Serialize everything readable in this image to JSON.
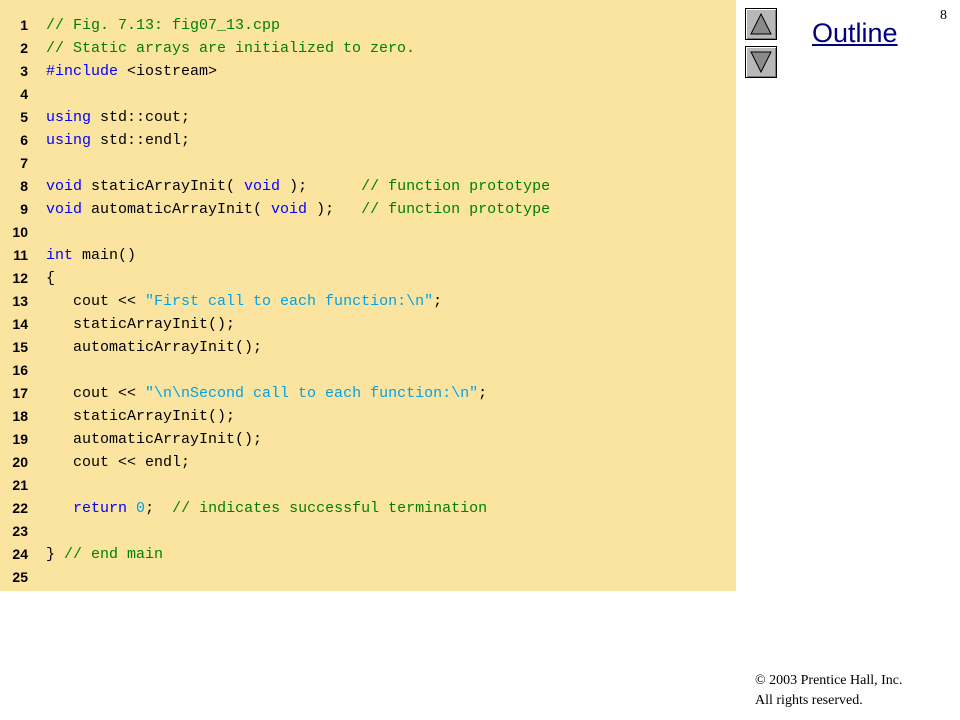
{
  "slide": {
    "page_number": "8",
    "outline_title": "Outline",
    "copyright_line1": "© 2003 Prentice Hall, Inc.",
    "copyright_line2": "All rights reserved.",
    "nav": {
      "up_icon": "triangle-up-icon",
      "down_icon": "triangle-down-icon"
    }
  },
  "colors": {
    "code_background": "#fbe49f",
    "comment": "#008000",
    "keyword": "#0000ff",
    "string": "#00a2e8",
    "outline_title": "#000080"
  },
  "code": {
    "lines": [
      {
        "number": "1",
        "tokens": [
          {
            "t": "comment",
            "v": "// Fig. 7.13: fig07_13.cpp"
          }
        ]
      },
      {
        "number": "2",
        "tokens": [
          {
            "t": "comment",
            "v": "// Static arrays are initialized to zero."
          }
        ]
      },
      {
        "number": "3",
        "tokens": [
          {
            "t": "keyword",
            "v": "#include"
          },
          {
            "t": "plain",
            "v": " <iostream>"
          }
        ]
      },
      {
        "number": "4",
        "tokens": []
      },
      {
        "number": "5",
        "tokens": [
          {
            "t": "keyword",
            "v": "using"
          },
          {
            "t": "plain",
            "v": " std::cout;"
          }
        ]
      },
      {
        "number": "6",
        "tokens": [
          {
            "t": "keyword",
            "v": "using"
          },
          {
            "t": "plain",
            "v": " std::endl;"
          }
        ]
      },
      {
        "number": "7",
        "tokens": []
      },
      {
        "number": "8",
        "tokens": [
          {
            "t": "keyword",
            "v": "void"
          },
          {
            "t": "plain",
            "v": " staticArrayInit( "
          },
          {
            "t": "keyword",
            "v": "void"
          },
          {
            "t": "plain",
            "v": " );      "
          },
          {
            "t": "comment",
            "v": "// function prototype"
          }
        ]
      },
      {
        "number": "9",
        "tokens": [
          {
            "t": "keyword",
            "v": "void"
          },
          {
            "t": "plain",
            "v": " automaticArrayInit( "
          },
          {
            "t": "keyword",
            "v": "void"
          },
          {
            "t": "plain",
            "v": " );   "
          },
          {
            "t": "comment",
            "v": "// function prototype"
          }
        ]
      },
      {
        "number": "10",
        "tokens": []
      },
      {
        "number": "11",
        "tokens": [
          {
            "t": "keyword",
            "v": "int"
          },
          {
            "t": "plain",
            "v": " main()"
          }
        ]
      },
      {
        "number": "12",
        "tokens": [
          {
            "t": "plain",
            "v": "{"
          }
        ]
      },
      {
        "number": "13",
        "tokens": [
          {
            "t": "plain",
            "v": "   cout << "
          },
          {
            "t": "string",
            "v": "\"First call to each function:\\n\""
          },
          {
            "t": "plain",
            "v": ";"
          }
        ]
      },
      {
        "number": "14",
        "tokens": [
          {
            "t": "plain",
            "v": "   staticArrayInit();"
          }
        ]
      },
      {
        "number": "15",
        "tokens": [
          {
            "t": "plain",
            "v": "   automaticArrayInit();"
          }
        ]
      },
      {
        "number": "16",
        "tokens": []
      },
      {
        "number": "17",
        "tokens": [
          {
            "t": "plain",
            "v": "   cout << "
          },
          {
            "t": "string",
            "v": "\"\\n\\nSecond call to each function:\\n\""
          },
          {
            "t": "plain",
            "v": ";"
          }
        ]
      },
      {
        "number": "18",
        "tokens": [
          {
            "t": "plain",
            "v": "   staticArrayInit();"
          }
        ]
      },
      {
        "number": "19",
        "tokens": [
          {
            "t": "plain",
            "v": "   automaticArrayInit();"
          }
        ]
      },
      {
        "number": "20",
        "tokens": [
          {
            "t": "plain",
            "v": "   cout << endl;"
          }
        ]
      },
      {
        "number": "21",
        "tokens": []
      },
      {
        "number": "22",
        "tokens": [
          {
            "t": "plain",
            "v": "   "
          },
          {
            "t": "keyword",
            "v": "return"
          },
          {
            "t": "plain",
            "v": " "
          },
          {
            "t": "string",
            "v": "0"
          },
          {
            "t": "plain",
            "v": ";  "
          },
          {
            "t": "comment",
            "v": "// indicates successful termination"
          }
        ]
      },
      {
        "number": "23",
        "tokens": []
      },
      {
        "number": "24",
        "tokens": [
          {
            "t": "plain",
            "v": "} "
          },
          {
            "t": "comment",
            "v": "// end main"
          }
        ]
      },
      {
        "number": "25",
        "tokens": []
      }
    ]
  }
}
